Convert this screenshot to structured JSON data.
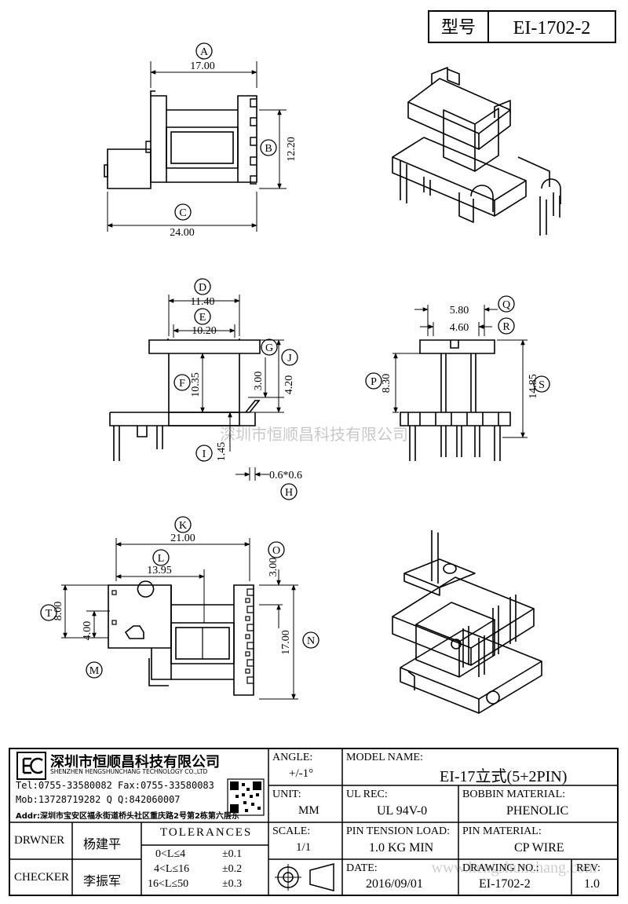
{
  "header": {
    "label_model": "型号",
    "part_number": "EI-1702-2"
  },
  "dims": {
    "A": "A",
    "a_val": "17.00",
    "B": "B",
    "b_val": "12.20",
    "C": "C",
    "c_val": "24.00",
    "D": "D",
    "d_val": "11.40",
    "E": "E",
    "e_val": "10.20",
    "F": "F",
    "f_val": "10.35",
    "G": "G",
    "J": "J",
    "g_val": "3.00",
    "j_val": "4.20",
    "I": "I",
    "i_val": "1.45",
    "H": "H",
    "h_val": "0.6*0.6",
    "Q": "Q",
    "q_val": "5.80",
    "R": "R",
    "r_val": "4.60",
    "P": "P",
    "p_val": "8.30",
    "S": "S",
    "s_val": "14.85",
    "K": "K",
    "k_val": "21.00",
    "L": "L",
    "l_val": "13.95",
    "O": "O",
    "o_val": "3.00",
    "T": "T",
    "t_val": "8.00",
    "t2_val": "4.00",
    "N": "N",
    "n_val": "17.00",
    "M": "M"
  },
  "watermark": {
    "cn": "深圳市恒顺昌科技有限公司",
    "url": "www.hengshunchang.com"
  },
  "company": {
    "name_cn": "深圳市恒顺昌科技有限公司",
    "name_en": "SHENZHEN HENGSHUNCHANG TECHNOLOGY CO.,LTD",
    "tel": "Tel:0755-33580082 Fax:0755-33580083",
    "mob": "Mob:13728719282     Q  Q:842060007",
    "addr": "Addr:深圳市宝安区福永街道桥头社区重庆路2号第2栋第六层东"
  },
  "title_block": {
    "angle_label": "ANGLE:",
    "angle_value": "+/-1°",
    "model_label": "MODEL NAME:",
    "model_value": "EI-17立式(5+2PIN)",
    "unit_label": "UNIT:",
    "unit_value": "MM",
    "ul_label": "UL REC:",
    "ul_value": "UL 94V-0",
    "bobbin_label": "BOBBIN MATERIAL:",
    "bobbin_value": "PHENOLIC",
    "drawer_label": "DRWNER",
    "drawer_value": "杨建平",
    "tolerances_label": "TOLERANCES",
    "tol_1": "0<L≤4",
    "tol_1v": "±0.1",
    "tol_2": "4<L≤16",
    "tol_2v": "±0.2",
    "tol_3": "16<L≤50",
    "tol_3v": "±0.3",
    "scale_label": "SCALE:",
    "scale_value": "1/1",
    "pin_tension_label": "PIN TENSION LOAD:",
    "pin_tension_value": "1.0 KG MIN",
    "pin_material_label": "PIN MATERIAL:",
    "pin_material_value": "CP WIRE",
    "checker_label": "CHECKER",
    "checker_value": "李振军",
    "date_label": "DATE:",
    "date_value": "2016/09/01",
    "drawing_no_label": "DRAWING NO.:",
    "drawing_no_value": "EI-1702-2",
    "rev_label": "REV:",
    "rev_value": "1.0"
  }
}
